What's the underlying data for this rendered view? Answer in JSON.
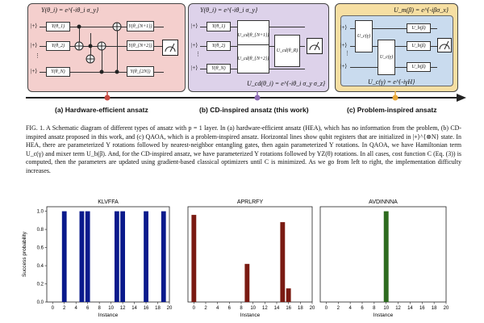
{
  "figure": {
    "timeline_labels": {
      "a": "(a) Hardware-efficient ansatz",
      "b": "(b) CD-inspired ansatz (this work)",
      "c": "(c) Problem-inspired ansatz"
    },
    "panel_a": {
      "title": "Y(θ_i) = e^{-iθ_i σ_y}",
      "kets": [
        "|+⟩",
        "|+⟩",
        "|+⟩"
      ],
      "dots": "⋮",
      "gates_left": [
        "Y(θ_1)",
        "Y(θ_2)",
        "Y(θ_N)"
      ],
      "gates_right": [
        "Y(θ_{N+1})",
        "Y(θ_{N+2})",
        "Y(θ_{2N})"
      ]
    },
    "panel_b": {
      "title": "Y(θ_i) = e^{-iθ_i σ_y}",
      "kets": [
        "|+⟩",
        "|+⟩",
        "|+⟩"
      ],
      "dots": "⋮",
      "gates_left": [
        "Y(θ_1)",
        "Y(θ_2)",
        "Y(θ_N)"
      ],
      "ucd_mid": [
        "U_cd(θ_{N+1})",
        "U_cd(θ_{N+2})"
      ],
      "ucd_right": "U_cd(θ_R)",
      "footer": "U_cd(θ_i) = e^{-iθ_i σ_y σ_z}"
    },
    "panel_c": {
      "title": "U_m(β) = e^{-iβσ_x}",
      "kets": [
        "|+⟩",
        "|+⟩",
        "|+⟩"
      ],
      "dots": "⋮",
      "uc_gate": "U_c(γ)",
      "ub_gates": [
        "U_b(β)",
        "U_b(β)",
        "U_b(β)"
      ],
      "footer": "U_c(γ) = e^{-iγH}"
    },
    "caption": "FIG. 1. A Schematic diagram of different types of ansatz with p = 1 layer. In (a) hardware-efficient ansatz (HEA), which has no information from the problem, (b) CD-inspired ansatz proposed in this work, and (c) QAOA, which is a problem-inspired ansatz. Horizontal lines show qubit registers that are initialized in |+⟩^{⊗N} state. In HEA, there are parameterized Y rotations followed by nearest-neighbor entangling gates, then again parameterized Y rotations. In QAOA, we have Hamiltonian term U_c(γ) and mixer term U_b(β). And, for the CD-inspired ansatz, we have parameterized Y rotations followed by YZ(θ) rotations. In all cases, cost function C (Eq. (3)) is computed, then the parameters are updated using gradient-based classical optimizers until C is minimized. As we go from left to right, the implementation difficulty increases."
  },
  "chart_data": [
    {
      "type": "bar",
      "title": "KLVFFA",
      "xlabel": "Instance",
      "ylabel": "Success probability",
      "color": "#0a1a8c",
      "xlim": [
        -1,
        20
      ],
      "ylim": [
        0,
        1.05
      ],
      "xticks": [
        0,
        2,
        4,
        6,
        8,
        10,
        12,
        14,
        16,
        18,
        20
      ],
      "yticks": [
        0.0,
        0.2,
        0.4,
        0.6,
        0.8,
        1.0
      ],
      "x": [
        2,
        5,
        6,
        11,
        12,
        16,
        19
      ],
      "values": [
        1.0,
        1.0,
        1.0,
        1.0,
        1.0,
        1.0,
        1.0
      ]
    },
    {
      "type": "bar",
      "title": "APRLRFY",
      "xlabel": "Instance",
      "ylabel": "",
      "color": "#7a1a12",
      "xlim": [
        -1,
        20
      ],
      "ylim": [
        0,
        1.05
      ],
      "xticks": [
        0,
        2,
        4,
        6,
        8,
        10,
        12,
        14,
        16,
        18,
        20
      ],
      "yticks": [],
      "x": [
        0,
        9,
        15,
        16
      ],
      "values": [
        0.96,
        0.42,
        0.88,
        0.15
      ]
    },
    {
      "type": "bar",
      "title": "AVDINNNA",
      "xlabel": "Instance",
      "ylabel": "",
      "color": "#2e6b1f",
      "xlim": [
        -1,
        20
      ],
      "ylim": [
        0,
        1.05
      ],
      "xticks": [
        0,
        2,
        4,
        6,
        8,
        10,
        12,
        14,
        16,
        18,
        20
      ],
      "yticks": [],
      "x": [
        10
      ],
      "values": [
        1.0
      ]
    }
  ]
}
